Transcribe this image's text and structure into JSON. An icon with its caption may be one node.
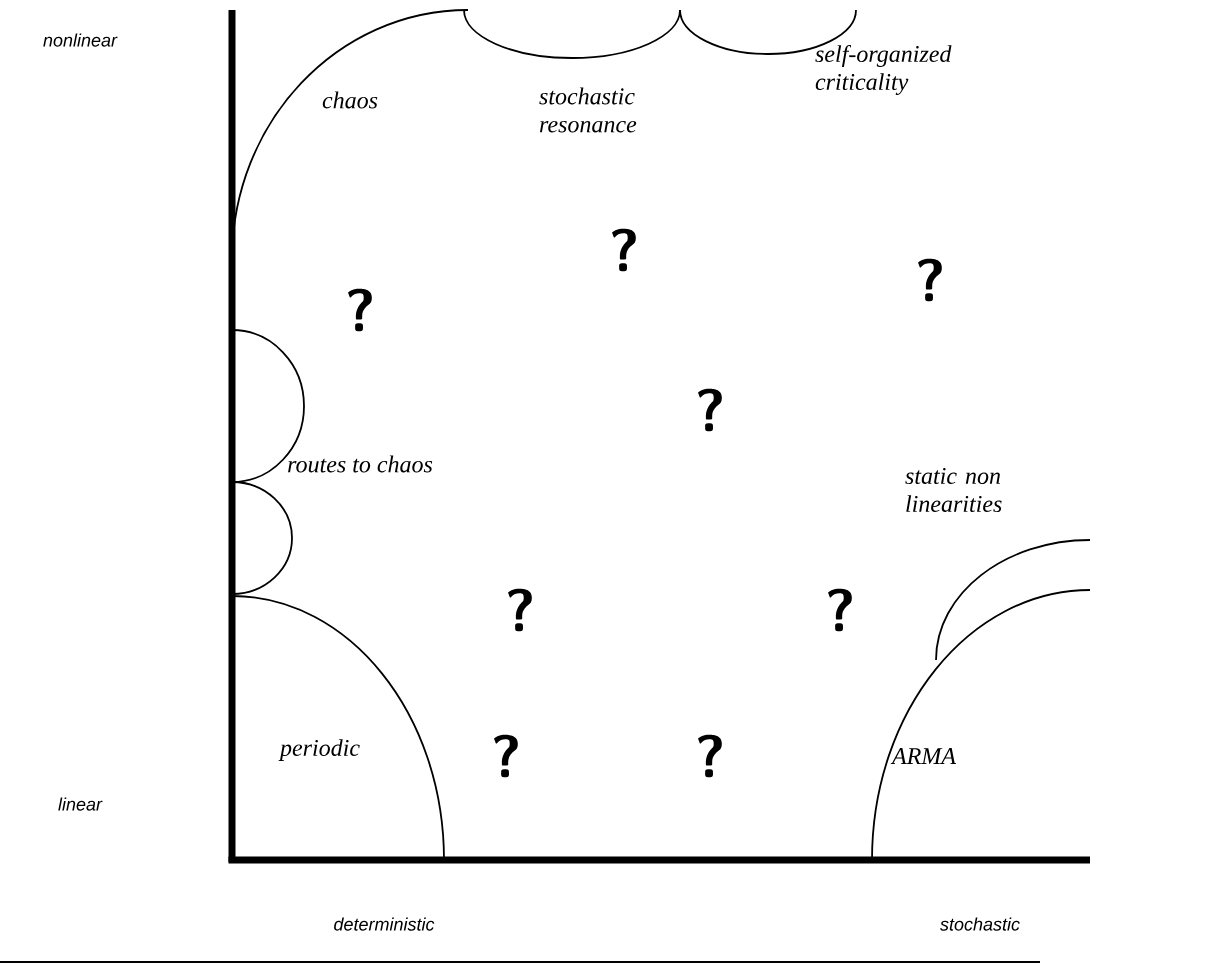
{
  "diagram": {
    "labels": [
      "nonlinear",
      "chaos",
      "stochastic resonance",
      "self-organized criticality",
      "?",
      "?",
      "?",
      "?",
      "routes to chaos",
      "static non linearities",
      "?",
      "?",
      "periodic",
      "?",
      "?",
      "ARMA",
      "linear",
      "deterministic",
      "stochastic"
    ]
  }
}
